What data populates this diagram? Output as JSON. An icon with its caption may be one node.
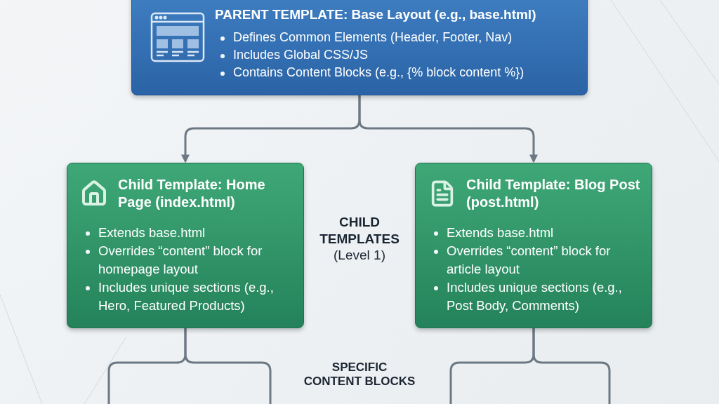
{
  "diagram": {
    "nodes": [
      {
        "text": [
          "PARENT TEMPLATE: Base Layout (e.g., base.html)",
          "Defines Common Elements (Header, Footer, Nav)",
          "Includes Global CSS/JS",
          "Contains Content Blocks (e.g., {% block content %})"
        ]
      },
      {
        "text": [
          "Child Template: Home Page (index.html)",
          "Extends base.html",
          "Overrides “content” block for homepage layout",
          "Includes unique sections (e.g., Hero, Featured Products)"
        ]
      },
      {
        "text": [
          "Child Template: Blog Post (post.html)",
          "Extends base.html",
          "Overrides “content” block for article layout",
          "Includes unique sections (e.g., Post Body, Comments)"
        ]
      }
    ],
    "edges": [
      {
        "from": 0,
        "to": 1,
        "arrow": "to"
      },
      {
        "from": 0,
        "to": 2,
        "arrow": "to"
      },
      {
        "from": 1,
        "to": null,
        "arrow": "none"
      },
      {
        "from": 1,
        "to": null,
        "arrow": "none"
      },
      {
        "from": 2,
        "to": null,
        "arrow": "none"
      },
      {
        "from": 2,
        "to": null,
        "arrow": "none"
      }
    ],
    "labels": [
      "CHILD TEMPLATES",
      "(Level 1)",
      "SPECIFIC CONTENT BLOCKS"
    ]
  }
}
